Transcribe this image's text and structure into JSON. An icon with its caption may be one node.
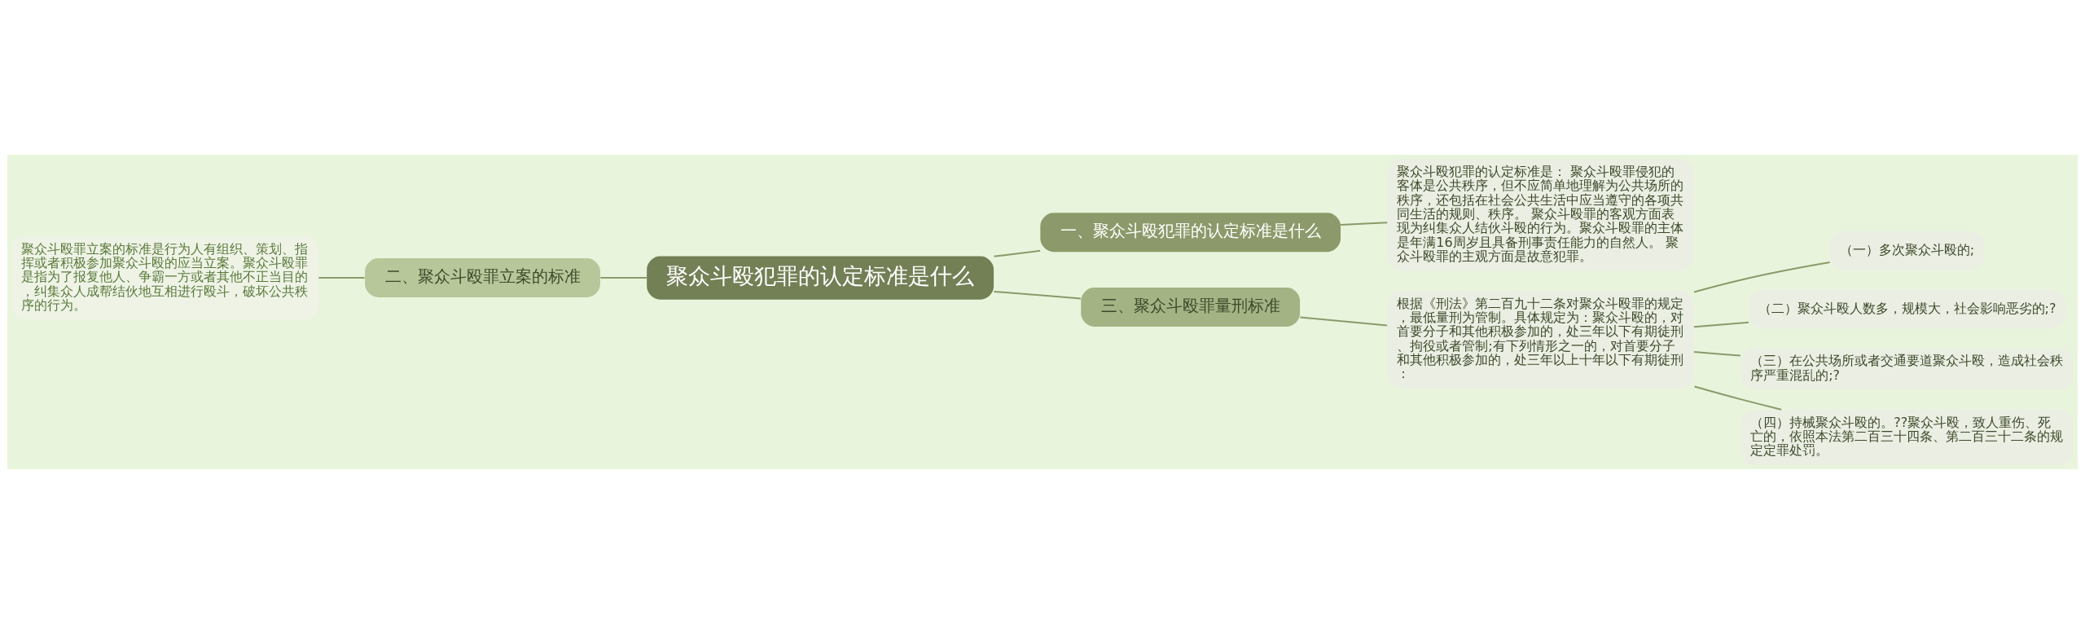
{
  "diagram": {
    "nodes": [
      {
        "text": [
          "聚众斗殴犯罪的认定标准是什么"
        ]
      },
      {
        "text": [
          "一、聚众斗殴犯罪的认定标准是什么"
        ]
      },
      {
        "text": [
          "聚众斗殴犯罪的认定标准是： 聚众斗殴罪侵犯的客体是公共秩序，但不应简单地理解为公共场所的秩序，还包括在社会公共生活中应当遵守的各项共同生活的规则、秩序。 聚众斗殴罪的客观方面表现为纠集众人结伙斗殴的行为。聚众斗殴罪的主体是年满16周岁且具备刑事责任能力的自然人。 聚众斗殴罪的主观方面是故意犯罪。"
        ]
      },
      {
        "text": [
          "二、聚众斗殴罪立案的标准"
        ]
      },
      {
        "text": [
          "聚众斗殴罪立案的标准是行为人有组织、策划、指挥或者积极参加聚众斗殴的应当立案。聚众斗殴罪是指为了报复他人、争霸一方或者其他不正当目的，纠集众人成帮结伙地互相进行殴斗，破坏公共秩序的行为。"
        ]
      },
      {
        "text": [
          "三、聚众斗殴罪量刑标准"
        ]
      },
      {
        "text": [
          "根据《刑法》第二百九十二条对聚众斗殴罪的规定，最低量刑为管制。具体规定为：聚众斗殴的，对首要分子和其他积极参加的，处三年以下有期徒刑、拘役或者管制;有下列情形之一的，对首要分子和其他积极参加的，处三年以上十年以下有期徒刑："
        ]
      },
      {
        "text": [
          "（一）多次聚众斗殴的;"
        ]
      },
      {
        "text": [
          "（二）聚众斗殴人数多，规模大，社会影响恶劣的;?"
        ]
      },
      {
        "text": [
          "（三）在公共场所或者交通要道聚众斗殴，造成社会秩序严重混乱的;?"
        ]
      },
      {
        "text": [
          "（四）持械聚众斗殴的。??聚众斗殴，致人重伤、死亡的，依照本法第二百三十四条、第二百三十二条的规定定罪处罚。"
        ]
      }
    ],
    "edges": [
      {
        "from": 0,
        "to": 1,
        "arrow": "none"
      },
      {
        "from": 1,
        "to": 2,
        "arrow": "none"
      },
      {
        "from": 3,
        "to": 0,
        "arrow": "none"
      },
      {
        "from": 4,
        "to": 3,
        "arrow": "none"
      },
      {
        "from": 0,
        "to": 5,
        "arrow": "none"
      },
      {
        "from": 5,
        "to": 6,
        "arrow": "none"
      },
      {
        "from": 6,
        "to": 7,
        "arrow": "none"
      },
      {
        "from": 6,
        "to": 8,
        "arrow": "none"
      },
      {
        "from": 6,
        "to": 9,
        "arrow": "none"
      },
      {
        "from": 6,
        "to": 10,
        "arrow": "none"
      }
    ]
  }
}
